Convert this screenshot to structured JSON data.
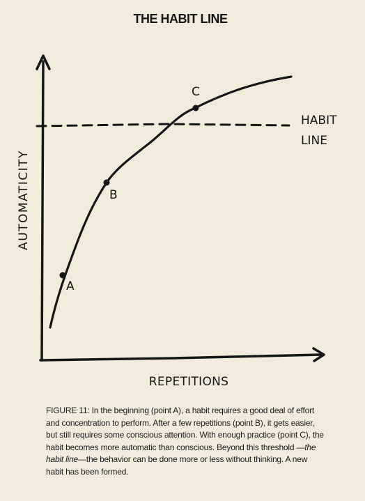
{
  "title": "THE HABIT LINE",
  "y_axis_label": "AUTOMATICITY",
  "x_axis_label": "REPETITIONS",
  "habit_line_label": [
    "HABIT",
    "LINE"
  ],
  "points": [
    {
      "id": "A",
      "label": "A"
    },
    {
      "id": "B",
      "label": "B"
    },
    {
      "id": "C",
      "label": "C"
    }
  ],
  "caption": {
    "part1": "FIGURE 11: In the beginning (point A), a habit requires a good deal of effort and concentration to perform. After a few repetitions (point B), it gets easier, but still requires some conscious attention. With enough practice (point C), the habit becomes more automatic than conscious. Beyond this threshold —",
    "italic": "the habit line",
    "part2": "—the behavior can be done more or less without thinking. A new habit has been formed."
  },
  "colors": {
    "background": "#f3ecdc",
    "ink": "#161616"
  }
}
